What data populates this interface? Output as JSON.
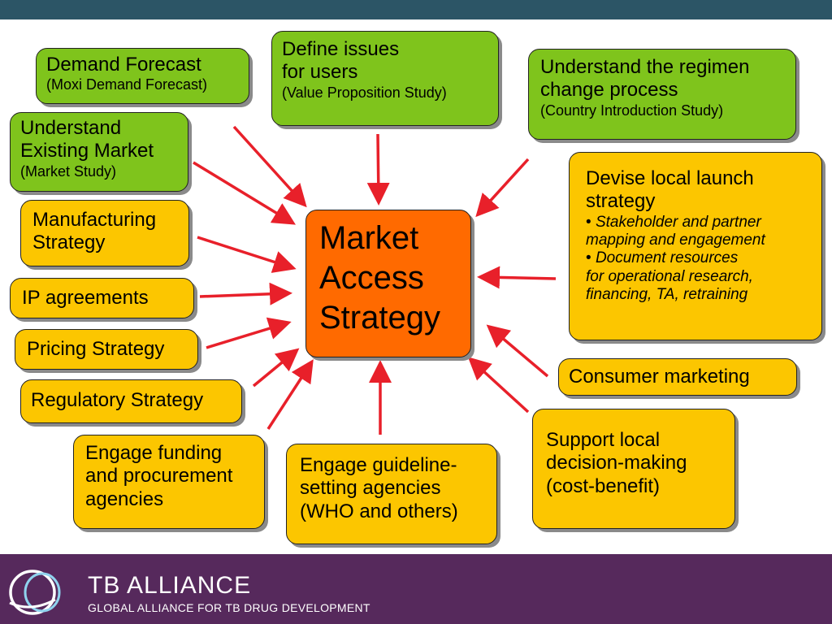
{
  "center": {
    "lines": [
      "Market",
      "Access",
      "Strategy"
    ]
  },
  "boxes": {
    "demand_forecast": {
      "title": "Demand Forecast",
      "sub": "(Moxi Demand Forecast)"
    },
    "define_issues": {
      "title1": "Define issues",
      "title2": "for users",
      "sub": "(Value Proposition Study)"
    },
    "regimen_change": {
      "title1": "Understand the regimen",
      "title2": "change process",
      "sub": "(Country Introduction Study)"
    },
    "existing_market": {
      "title1": "Understand",
      "title2": "Existing Market",
      "sub": "(Market Study)"
    },
    "manufacturing": {
      "line1": "Manufacturing",
      "line2": "Strategy"
    },
    "ip": {
      "label": "IP agreements"
    },
    "pricing": {
      "label": "Pricing Strategy"
    },
    "regulatory": {
      "label": "Regulatory Strategy"
    },
    "funding": {
      "line1": "Engage funding",
      "line2": "and procurement",
      "line3": "agencies"
    },
    "guideline": {
      "line1": "Engage guideline-",
      "line2": "setting agencies",
      "line3": "(WHO and others)"
    },
    "local_launch": {
      "title1": "Devise local launch",
      "title2": "strategy",
      "bullet": "•",
      "b1a": "Stakeholder and partner",
      "b1b": "mapping and engagement",
      "b2a": "Document resources",
      "b2b": "for operational research,",
      "b2c": "financing, TA, retraining"
    },
    "consumer": {
      "label": "Consumer marketing"
    },
    "decision": {
      "line1": "Support local",
      "line2": "decision-making",
      "line3": "(cost-benefit)"
    }
  },
  "footer": {
    "brand": "TB ALLIANCE",
    "tagline": "GLOBAL ALLIANCE FOR TB DRUG DEVELOPMENT"
  },
  "colors": {
    "green": "#7fc41c",
    "yellow": "#fcc600",
    "orange": "#ff6a00",
    "arrow": "#e8202a",
    "topbar": "#2c5566",
    "footer": "#56295c"
  }
}
